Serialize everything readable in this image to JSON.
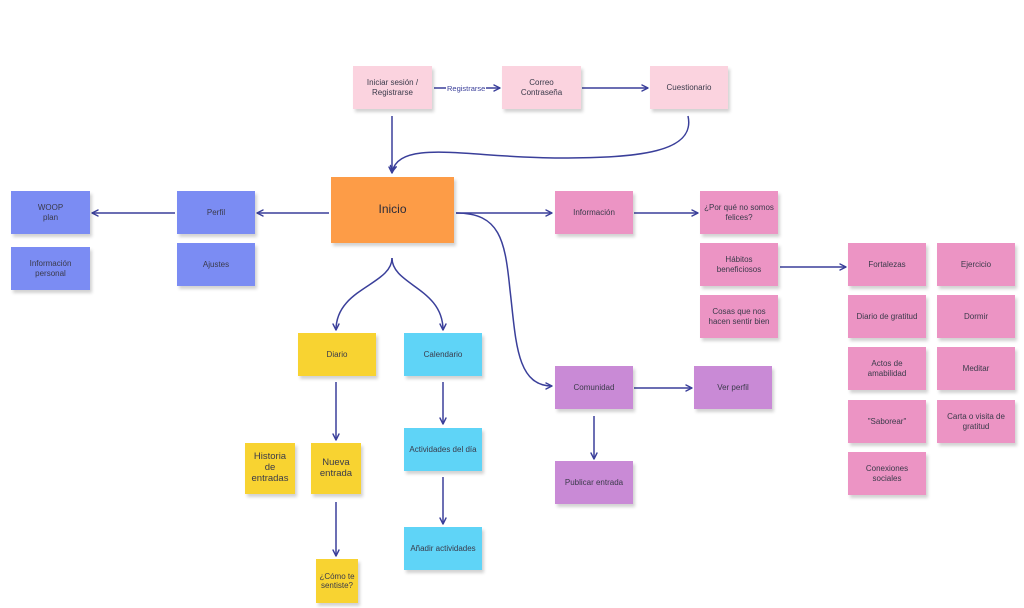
{
  "colors": {
    "connector": "#3a3f9a",
    "login_group": "#fbd3df",
    "home": "#fd9c47",
    "profile_group": "#7b8cf3",
    "info_group": "#ec94c4",
    "community_group": "#c98ad6",
    "diary_group": "#f8d331",
    "calendar_group": "#5fd4f7"
  },
  "nodes": {
    "login": "Iniciar sesión /\nRegistrarse",
    "email_password": "Correo\nContraseña",
    "questionnaire": "Cuestionario",
    "home": "Inicio",
    "profile": "Perfil",
    "woop_plan": "WOOP\nplan",
    "personal_info": "Información\npersonal",
    "settings": "Ajustes",
    "information": "Información",
    "why_not_happy": "¿Por qué no somos\nfelices?",
    "beneficial_habits": "Hábitos\nbeneficiosos",
    "things_happy": "Cosas que nos\nhacen sentir bien",
    "strengths": "Fortalezas",
    "exercise": "Ejercicio",
    "gratitude_diary": "Diario de gratitud",
    "sleep": "Dormir",
    "kindness": "Actos de amabilidad",
    "meditate": "Meditar",
    "savor": "\"Saborear\"",
    "gratitude_letter": "Carta o visita de\ngratitud",
    "social_connections": "Conexiones sociales",
    "community": "Comunidad",
    "view_profile": "Ver perfil",
    "publish_post": "Publicar entrada",
    "diary": "Diario",
    "calendar": "Calendario",
    "entries_history": "Historia\nde\nentradas",
    "new_entry": "Nueva\nentrada",
    "how_felt": "¿Cómo te\nsentiste?",
    "day_activities": "Actividades del día",
    "add_activities": "Añadir actividades"
  },
  "edge_labels": {
    "register": "Registrarse"
  }
}
